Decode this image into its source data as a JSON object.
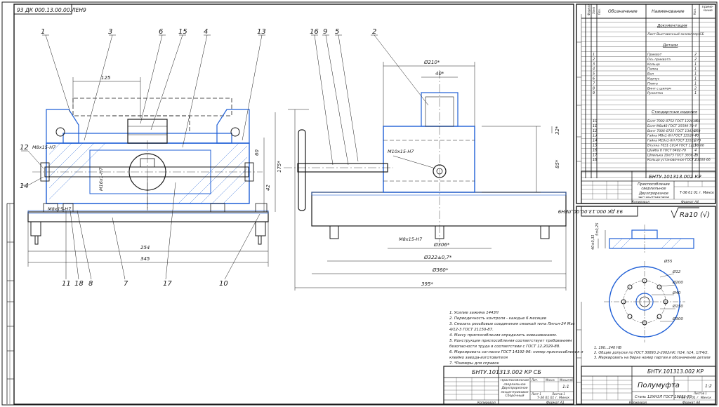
{
  "sheet1": {
    "top_stamp": "93 ДК 000.13.00.00.ЛЕН9",
    "position_labels": [
      "1",
      "3",
      "6",
      "15",
      "4",
      "13",
      "12",
      "14",
      "11",
      "18",
      "8",
      "7",
      "17",
      "10",
      "16",
      "9",
      "5",
      "2"
    ],
    "dimensions": [
      "125",
      "254",
      "345",
      "М8х15-Н7",
      "М8х15-Н7",
      "М16х1-Н7",
      "60",
      "42",
      "175*",
      "Ø210*",
      "40*",
      "32*",
      "85*",
      "М10х15-Н7",
      "Ø306*",
      "Ø322±0,7*",
      "Ø360*",
      "395*",
      "М8х15-Н7"
    ],
    "notes": [
      "1. Усилие зажима 1443Н",
      "2. Периодичность контроля - каждые 6 месяцев",
      "3. Смазать резьбовые соединения смазкой типа Литол-24  Мас",
      "4/12-3 ГОСТ 21150-87.",
      "4. Массу приспособления определить взвешиванием.",
      "5. Конструкция приспособления соответствует требованиям",
      "безопасности труда в соответствии с ГОСТ 12.2029-88.",
      "6. Маркировать согласно ГОСТ 14192-96: номер приспособления и",
      "клеймо завода-изготовителя",
      "7.  *Размеры для справок"
    ],
    "title_block": {
      "code": "БНТУ.101313.002 КР СБ",
      "name": "Приспособление сверлильное Двухпрорезное эксцентриковое Сборочный чертеж",
      "sheet_label": "Лит.",
      "mass_label": "Масса",
      "scale_label": "Масштаб",
      "scale": "1:1",
      "sheet": "Лист 1",
      "sheets": "Листов 1",
      "org": "Т-36 01 01 г. Минск",
      "format": "Формат  А1",
      "copied": "Копировал"
    }
  },
  "spec": {
    "headers": [
      "Формат",
      "Зона",
      "Поз.",
      "Обозначение",
      "Наименование",
      "Кол.",
      "Приме- чание"
    ],
    "sections": {
      "docs": "Документация",
      "docs_item": "Лист Выставочный экземпляр СБ",
      "parts": "Детали",
      "standard": "Стандартные изделия"
    },
    "parts": [
      {
        "pos": "1",
        "name": "Прихват",
        "qty": "2"
      },
      {
        "pos": "2",
        "name": "Ось прихвата",
        "qty": "2"
      },
      {
        "pos": "3",
        "name": "Кольцо",
        "qty": "1"
      },
      {
        "pos": "4",
        "name": "Палец",
        "qty": "1"
      },
      {
        "pos": "5",
        "name": "Вал",
        "qty": "1"
      },
      {
        "pos": "6",
        "name": "Корпус",
        "qty": "1"
      },
      {
        "pos": "7",
        "name": "Плита",
        "qty": "1"
      },
      {
        "pos": "8",
        "name": "Винт с шипом",
        "qty": "2"
      },
      {
        "pos": "9",
        "name": "Рукоятка",
        "qty": "1"
      }
    ],
    "standard": [
      {
        "pos": "10",
        "name": "Болт 7002-0752 ГОСТ 12201-66",
        "qty": "4"
      },
      {
        "pos": "11",
        "name": "Болт М8х40 ГОСТ 15599-70",
        "qty": "4"
      },
      {
        "pos": "12",
        "name": "Винт 7006-0725 ГОСТ 13439-68",
        "qty": "2"
      },
      {
        "pos": "13",
        "name": "Гайка М8х1-6Н ГОСТ 15520-70",
        "qty": "4"
      },
      {
        "pos": "14",
        "name": "Гайка М10х1-6Н ГОСТ 15522-70",
        "qty": "2"
      },
      {
        "pos": "15",
        "name": "Втулка 7031-1014 ГОСТ 12196-66",
        "qty": "1"
      },
      {
        "pos": "16",
        "name": "Шайба 8 ГОСТ 6402-70",
        "qty": "4"
      },
      {
        "pos": "17",
        "name": "Шпилька 10х75 ГОСТ 3656-70",
        "qty": "2"
      },
      {
        "pos": "18",
        "name": "Кольцо установочное ГОСТ 13166-66",
        "qty": "2"
      }
    ],
    "title_block": {
      "code": "БНТУ.101313.002 КР",
      "name": "Приспособление сверлильное Двухпрорезное эксцентриковое",
      "org": "Т-36 01 01 г. Минск",
      "copied": "Копировал",
      "format": "Формат  А4"
    }
  },
  "detail": {
    "top_stamp": "93 ДК 000.13.00.00.ЛЕН9",
    "roughness": "Ra10 (√)",
    "dims": [
      "5±0,25",
      "40±0,31",
      "Ø55",
      "Ø12",
      "Ø200",
      "Ø40",
      "Ø150",
      "Ø300"
    ],
    "notes": [
      "1. 190...240 НВ",
      "2. Общие допуски по ГОСТ 30893.2-2002mK: Н14, h14, ±IT4/2.",
      "3. Маркировать на бирке номер партии и обозначение детали"
    ],
    "title_block": {
      "code": "БНТУ.101313.002 КР",
      "name": "Полумуфта",
      "material": "Сталь 12ХН3Л ГОСТ 19282-73",
      "scale": "1:2",
      "sheets": "Листов 1",
      "org": "Т-36 01 01 г. Минск",
      "copied": "Копировал",
      "format": "Формат  А4"
    }
  }
}
